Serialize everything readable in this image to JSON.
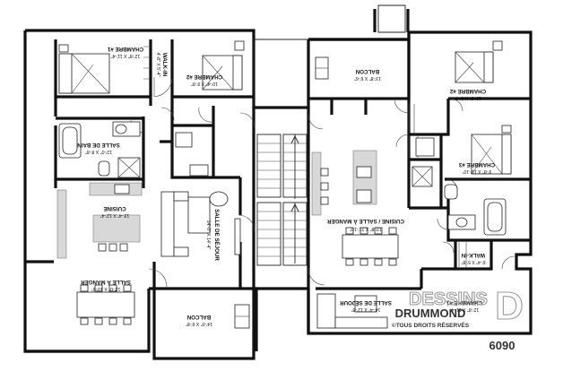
{
  "rooms": [
    {
      "id": "chambre1",
      "title": "CHAMBRE #1",
      "dims": "12'-8\" X 11'-4\""
    },
    {
      "id": "walkin1",
      "title": "WALK-IN",
      "dims": "4'-8\" X 5'-4\""
    },
    {
      "id": "chambre2_left",
      "title": "CHAMBRE #2",
      "dims": "10'-4\" X 9'-8\""
    },
    {
      "id": "balcon_top",
      "title": "BALCON",
      "dims": "13'-8\" X 6'-6\""
    },
    {
      "id": "chambre2_right",
      "title": "CHAMBRE #2",
      "dims": "10'-8\" X 9'-4\""
    },
    {
      "id": "salle_bain",
      "title": "SALLE DE BAIN",
      "dims": "12'-0\" X 8'-8\""
    },
    {
      "id": "chambre3",
      "title": "CHAMBRE #3",
      "dims": "9'-8\" X 10'-10\""
    },
    {
      "id": "cuisine_left",
      "title": "CUISINE",
      "dims": "13'-4\" X 12'-4\""
    },
    {
      "id": "salle_sejour_left",
      "title": "SALLE DE SÉJOUR",
      "dims": "14'-0\" X 14'-4\""
    },
    {
      "id": "cuisine_right",
      "title": "CUISINE / SALLE À MANGER",
      "dims": "13'-8\" X 21'-10\""
    },
    {
      "id": "walkin2",
      "title": "WALK-IN",
      "dims": "6'-4\" X 5'-8\""
    },
    {
      "id": "salle_manger",
      "title": "SALLE À MANGER",
      "dims": "13'-0\" X 10'-6\""
    },
    {
      "id": "balcon_bottom",
      "title": "BALCON",
      "dims": "14'-0\" X 6'-8\""
    },
    {
      "id": "salle_sejour_right",
      "title": "SALLE DE SÉJOUR",
      "dims": "14'-4\" X 12'-8\""
    },
    {
      "id": "chambre1_right",
      "title": "CHAMBRE #1",
      "dims": "12'-8\" X 11'-4\""
    }
  ],
  "watermark": {
    "line1": "DESSINS",
    "line2": "DRUMMOND",
    "copyright": "©TOUS DROITS RÉSERVÉS",
    "plan_number": "6090",
    "logo_letter": "D"
  }
}
